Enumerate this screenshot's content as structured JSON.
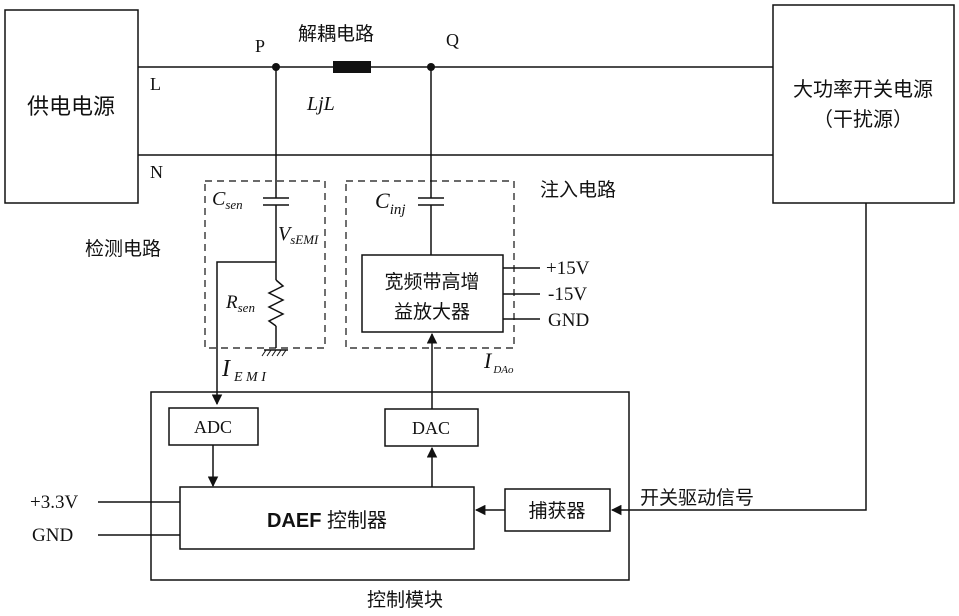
{
  "blocks": {
    "power_supply": "供电电源",
    "smps_line1": "大功率开关电源",
    "smps_line2": "（干扰源）",
    "amplifier_line1": "宽频带高增",
    "amplifier_line2": "益放大器",
    "adc": "ADC",
    "dac": "DAC",
    "controller_bold": "DAEF",
    "controller_rest": " 控制器",
    "capture": "捕获器"
  },
  "sections": {
    "decoupling_circuit": "解耦电路",
    "injection_circuit": "注入电路",
    "detection_circuit": "检测电路",
    "control_module": "控制模块"
  },
  "nodes": {
    "p": "P",
    "q": "Q",
    "line_l": "L",
    "line_n": "N"
  },
  "components": {
    "inductor": "LjL",
    "c_sen_main": "C",
    "c_sen_sub": "sen",
    "c_inj_main": "C",
    "c_inj_sub": "inj",
    "v_sem_main": "V",
    "v_sem_sub": "sEMI",
    "r_sen_main": "R",
    "r_sen_sub": "sen",
    "i_emi_main": "I",
    "i_emi_sub": "E M I",
    "i_dao_main": "I",
    "i_dao_sub": "DAo"
  },
  "signals": {
    "plus_15v": "+15V",
    "minus_15v": "-15V",
    "gnd_amp": "GND",
    "plus_3v3": "+3.3V",
    "gnd_ctrl": "GND",
    "switch_drive": "开关驱动信号"
  }
}
